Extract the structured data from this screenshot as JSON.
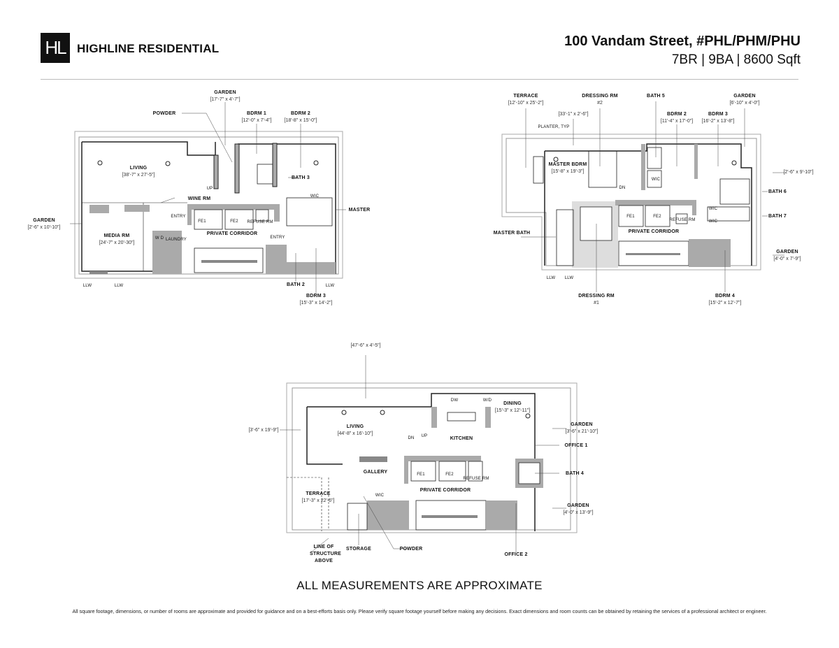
{
  "header": {
    "logo_mark": "HL",
    "brand": "HIGHLINE RESIDENTIAL",
    "title": "100 Vandam Street, #PHL/PHM/PHU",
    "subtitle": "7BR | 9BA | 8600 Sqft"
  },
  "plan1": {
    "rooms": [
      {
        "name": "GARDEN",
        "dim": "[17'-7\" x 4'-7\"]"
      },
      {
        "name": "POWDER",
        "dim": ""
      },
      {
        "name": "BDRM 1",
        "dim": "[12'-0\" x 7'-4\"]"
      },
      {
        "name": "BDRM 2",
        "dim": "[18'-8\" x 15'-0\"]"
      },
      {
        "name": "LIVING",
        "dim": "[38'-7\" x 27'-5\"]"
      },
      {
        "name": "BATH 3",
        "dim": ""
      },
      {
        "name": "WINE RM",
        "dim": ""
      },
      {
        "name": "MASTER",
        "dim": ""
      },
      {
        "name": "GARDEN",
        "dim": "[2'-6\" x 10'-10\"]"
      },
      {
        "name": "MEDIA RM",
        "dim": "[24'-7\" x 20'-30\"]"
      },
      {
        "name": "PRIVATE CORRIDOR",
        "dim": ""
      },
      {
        "name": "BATH 2",
        "dim": ""
      },
      {
        "name": "BDRM 3",
        "dim": "[15'-3\" x 14'-2\"]"
      }
    ],
    "tags": [
      "FE1",
      "FE2",
      "REFUSE RM",
      "ENTRY",
      "ENTRY",
      "LAUNDRY",
      "WIC",
      "W D",
      "UP",
      "LLW",
      "LLW",
      "LLW"
    ]
  },
  "plan2": {
    "rooms": [
      {
        "name": "TERRACE",
        "dim": "[12'-10\" x 25'-2\"]"
      },
      {
        "name": "DRESSING RM",
        "dim": "#2"
      },
      {
        "name": "BATH 5",
        "dim": ""
      },
      {
        "name": "GARDEN",
        "dim": "[6'-10\" x 4'-0\"]"
      },
      {
        "name": "",
        "dim": "[33'-1\" x 2'-6\"]"
      },
      {
        "name": "BDRM 2",
        "dim": "[11'-4\" x 17'-0\"]"
      },
      {
        "name": "BDRM 3",
        "dim": "[16'-2\" x 13'-8\"]"
      },
      {
        "name": "MASTER BDRM",
        "dim": "[15'-8\" x 19'-3\"]"
      },
      {
        "name": "",
        "dim": "[2'-6\" x 9'-10\"]"
      },
      {
        "name": "BATH 6",
        "dim": ""
      },
      {
        "name": "BATH 7",
        "dim": ""
      },
      {
        "name": "PRIVATE CORRIDOR",
        "dim": ""
      },
      {
        "name": "MASTER BATH",
        "dim": ""
      },
      {
        "name": "GARDEN",
        "dim": "[4'-0\" x 7'-9\"]"
      },
      {
        "name": "DRESSING RM",
        "dim": "#1"
      },
      {
        "name": "BDRM 4",
        "dim": "[15'-2\" x 12'-7\"]"
      }
    ],
    "tags": [
      "PLANTER, TYP",
      "WIC",
      "DN",
      "FE1",
      "FE2",
      "REFUSE RM",
      "WIC",
      "WIC",
      "LLW",
      "LLW"
    ]
  },
  "plan3": {
    "rooms": [
      {
        "name": "",
        "dim": "[47'-6\" x 4'-5\"]"
      },
      {
        "name": "DINING",
        "dim": "[15'-3\" x 12'-11\"]"
      },
      {
        "name": "LIVING",
        "dim": "[44'-8\" x 16'-10\"]"
      },
      {
        "name": "",
        "dim": "[3'-6\" x 19'-9\"]"
      },
      {
        "name": "GARDEN",
        "dim": "[3'-6\" x 21'-10\"]"
      },
      {
        "name": "KITCHEN",
        "dim": ""
      },
      {
        "name": "OFFICE 1",
        "dim": ""
      },
      {
        "name": "GALLERY",
        "dim": ""
      },
      {
        "name": "BATH 4",
        "dim": ""
      },
      {
        "name": "PRIVATE CORRIDOR",
        "dim": ""
      },
      {
        "name": "TERRACE",
        "dim": "[17'-3\" x 22'-6\"]"
      },
      {
        "name": "GARDEN",
        "dim": "[4'-0\" x 13'-9\"]"
      },
      {
        "name": "LINE OF STRUCTURE ABOVE",
        "dim": ""
      },
      {
        "name": "STORAGE",
        "dim": ""
      },
      {
        "name": "POWDER",
        "dim": ""
      },
      {
        "name": "OFFICE 2",
        "dim": ""
      }
    ],
    "tags": [
      "FE1",
      "FE2",
      "REFUSE RM",
      "WIC",
      "DN",
      "UP",
      "DW",
      "W/D"
    ]
  },
  "caption": "ALL MEASUREMENTS ARE APPROXIMATE",
  "disclaimer": "All square footage, dimensions, or number of rooms are approximate and provided for guidance and on a best-efforts basis only. Please verify square footage yourself before making any decisions. Exact dimensions and room counts can be obtained by retaining the services of a professional architect or engineer."
}
